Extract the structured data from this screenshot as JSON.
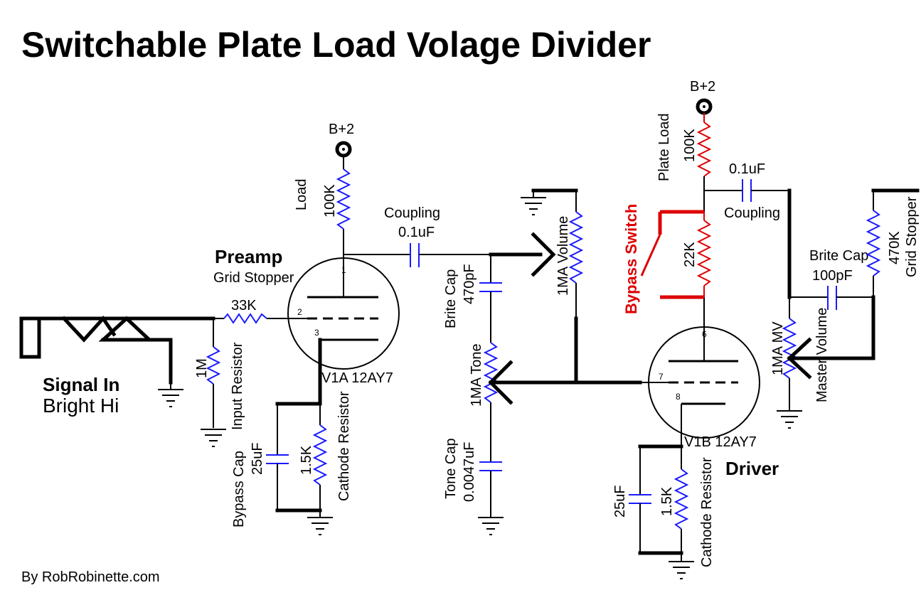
{
  "title": "Switchable Plate Load Volage Divider",
  "credit": "By RobRobinette.com",
  "input": {
    "line1": "Signal In",
    "line2": "Bright Hi"
  },
  "supply": {
    "left": "B+2",
    "right": "B+2"
  },
  "preamp": {
    "heading": "Preamp",
    "grid_stopper_label": "Grid Stopper",
    "grid_stopper_value": "33K",
    "load_label": "Load",
    "load_value": "100K",
    "input_resistor_value": "1M",
    "input_resistor_label": "Input Resistor",
    "bypass_cap_label": "Bypass Cap",
    "bypass_cap_value": "25uF",
    "cathode_resistor_value": "1.5K",
    "cathode_resistor_label": "Cathode Resistor",
    "tube_label": "V1A 12AY7",
    "pins": {
      "plate": "1",
      "grid": "2",
      "cathode": "3"
    }
  },
  "coupling1": {
    "label": "Coupling",
    "value": "0.1uF"
  },
  "tone_stack": {
    "brite_cap_label": "Brite Cap",
    "brite_cap_value": "470pF",
    "volume_label": "1MA Volume",
    "tone_label": "1MA Tone",
    "tone_cap_label": "Tone Cap",
    "tone_cap_value": "0.0047uF"
  },
  "driver": {
    "heading": "Driver",
    "plate_load_label": "Plate Load",
    "plate_load_value": "100K",
    "divider_value": "22K",
    "bypass_switch_label": "Bypass Switch",
    "tube_label": "V1B 12AY7",
    "pins": {
      "plate": "6",
      "grid": "7",
      "cathode": "8"
    },
    "bypass_cap_value": "25uF",
    "cathode_resistor_value": "1.5K",
    "cathode_resistor_label": "Cathode Resistor"
  },
  "coupling2": {
    "label": "Coupling",
    "value": "0.1uF"
  },
  "master": {
    "brite_cap_label": "Brite Cap",
    "brite_cap_value": "100pF",
    "mv_value": "1MA MV",
    "mv_label": "Master Volume",
    "grid_stopper_value": "470K",
    "grid_stopper_label": "Grid Stopper"
  },
  "colors": {
    "resistor": "#1a1aff",
    "highlight": "#dd0000",
    "wire": "#000000"
  }
}
